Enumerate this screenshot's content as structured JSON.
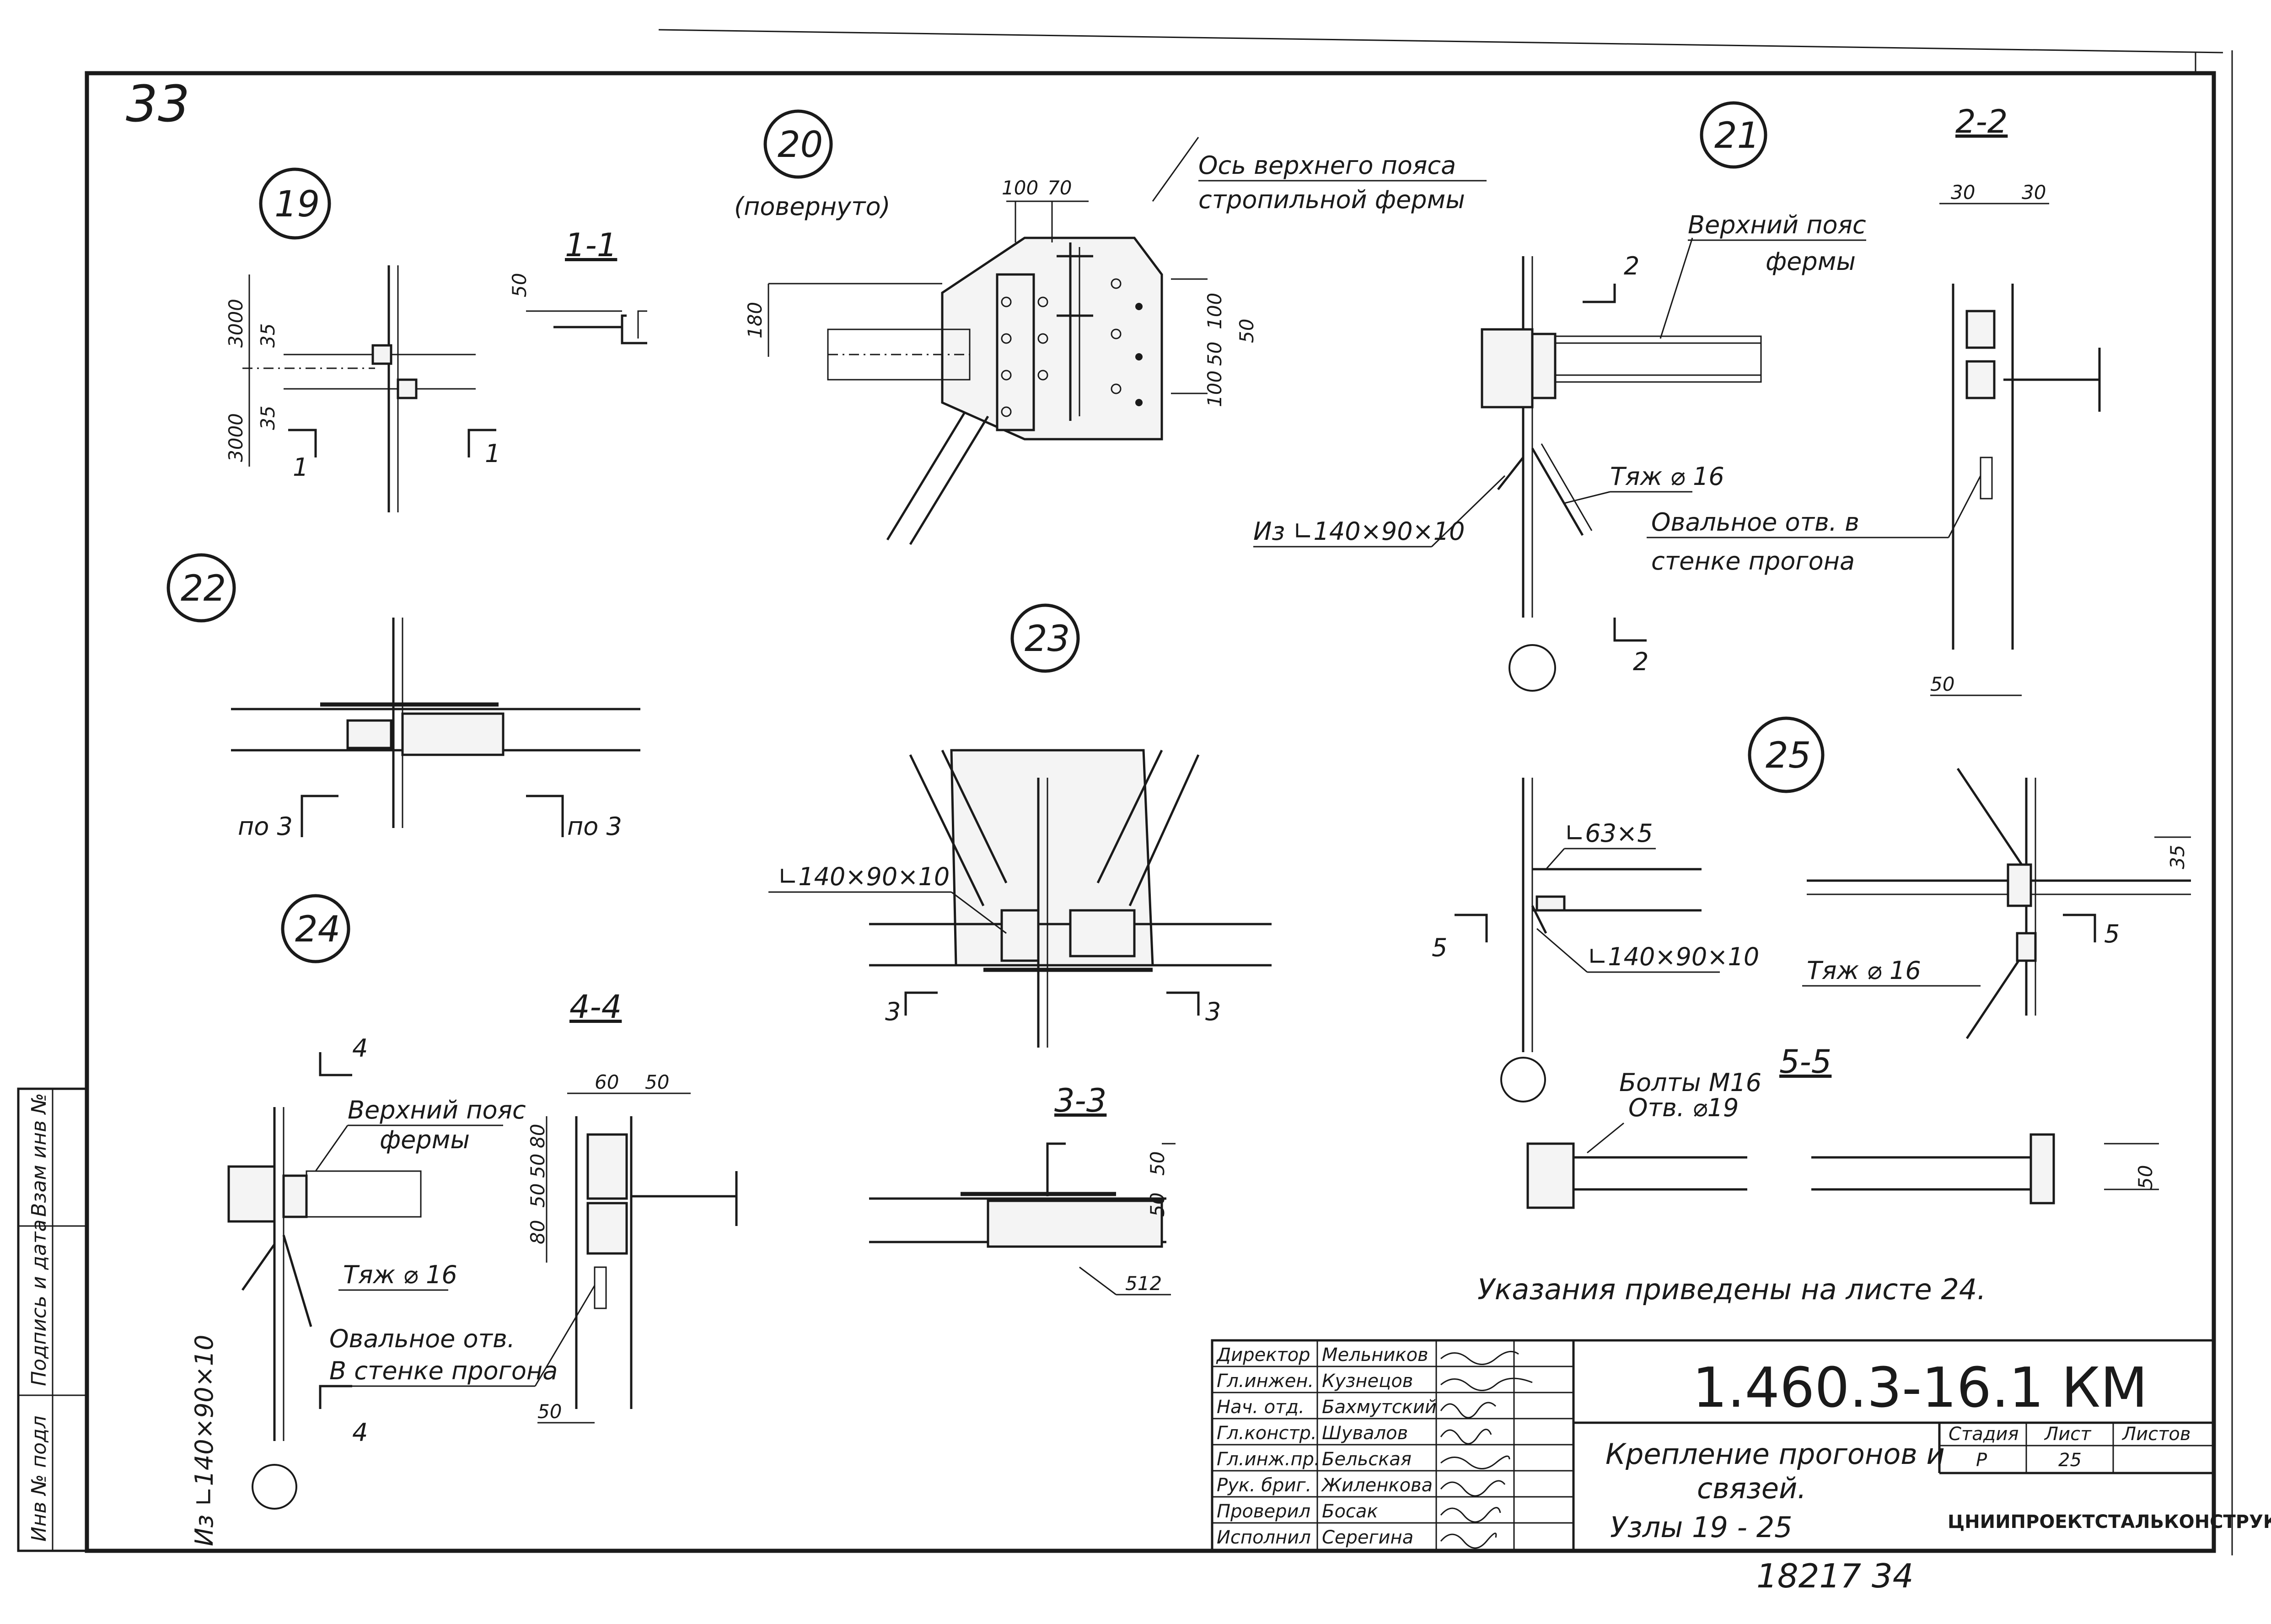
{
  "sheet_number_corner": "33",
  "bottom_number": "18217 34",
  "note": "Указания приведены на листе 24.",
  "side_stamp": [
    "Инв № подл",
    "Подпись и дата",
    "Взам инв №"
  ],
  "nodes": {
    "n19": {
      "label": "19",
      "dims": [
        "3000",
        "35",
        "35",
        "3000"
      ],
      "cut": "1"
    },
    "n20": {
      "label": "20",
      "sub": "(повернуто)",
      "dims": [
        "100",
        "70",
        "180",
        "100",
        "50",
        "100",
        "50"
      ],
      "callout": [
        "Ось верхнего пояса",
        "стропильной фермы"
      ]
    },
    "n21": {
      "label": "21",
      "cut": "2",
      "callouts": [
        "Верхний пояс",
        "фермы",
        "Тяж ⌀ 16",
        "Овальное отв. в",
        "стенке прогона",
        "Из ∟140×90×10"
      ]
    },
    "n22": {
      "label": "22",
      "cuts": [
        "по 3",
        "по 3"
      ]
    },
    "n23": {
      "label": "23",
      "callout": "∟140×90×10",
      "cut": "3"
    },
    "n24": {
      "label": "24",
      "cut": "4",
      "callouts": [
        "Верхний пояс",
        "фермы",
        "Тяж ⌀ 16",
        "Овальное отв.",
        "В стенке прогона",
        "Из ∟140×90×10"
      ]
    },
    "n25": {
      "label": "25",
      "cut": "5",
      "dims": [
        "35",
        "5"
      ],
      "callouts": [
        "∟63×5",
        "∟140×90×10",
        "Тяж ⌀ 16",
        "Болты М16",
        "Отв. ⌀19"
      ]
    }
  },
  "sections": {
    "s11": {
      "label": "1-1",
      "dims": [
        "50"
      ]
    },
    "s22": {
      "label": "2-2",
      "dims": [
        "30",
        "30",
        "50"
      ]
    },
    "s33": {
      "label": "3-3",
      "dims": [
        "50",
        "50",
        "512"
      ]
    },
    "s44": {
      "label": "4-4",
      "dims": [
        "60",
        "50",
        "80",
        "50",
        "50",
        "80",
        "50"
      ]
    },
    "s55": {
      "label": "5-5",
      "dims": [
        "50"
      ]
    }
  },
  "title_block": {
    "roles": [
      "Директор",
      "Гл.инжен.",
      "Нач. отд.",
      "Гл.констр.",
      "Гл.инж.пр.",
      "Рук. бриг.",
      "Проверил",
      "Исполнил"
    ],
    "names": [
      "Мельников",
      "Кузнецов",
      "Бахмутский",
      "Шувалов",
      "Бельская",
      "Жиленкова",
      "Босак",
      "Серегина"
    ],
    "code": "1.460.3-16.1 КМ",
    "title_lines": [
      "Крепление прогонов и",
      "связей.",
      "Узлы 19 - 25"
    ],
    "col_headers": [
      "Стадия",
      "Лист",
      "Листов"
    ],
    "stage": "Р",
    "sheet": "25",
    "sheets": "",
    "org": "ЦНИИПРОЕКТСТАЛЬКОНСТРУКЦИЯ"
  }
}
